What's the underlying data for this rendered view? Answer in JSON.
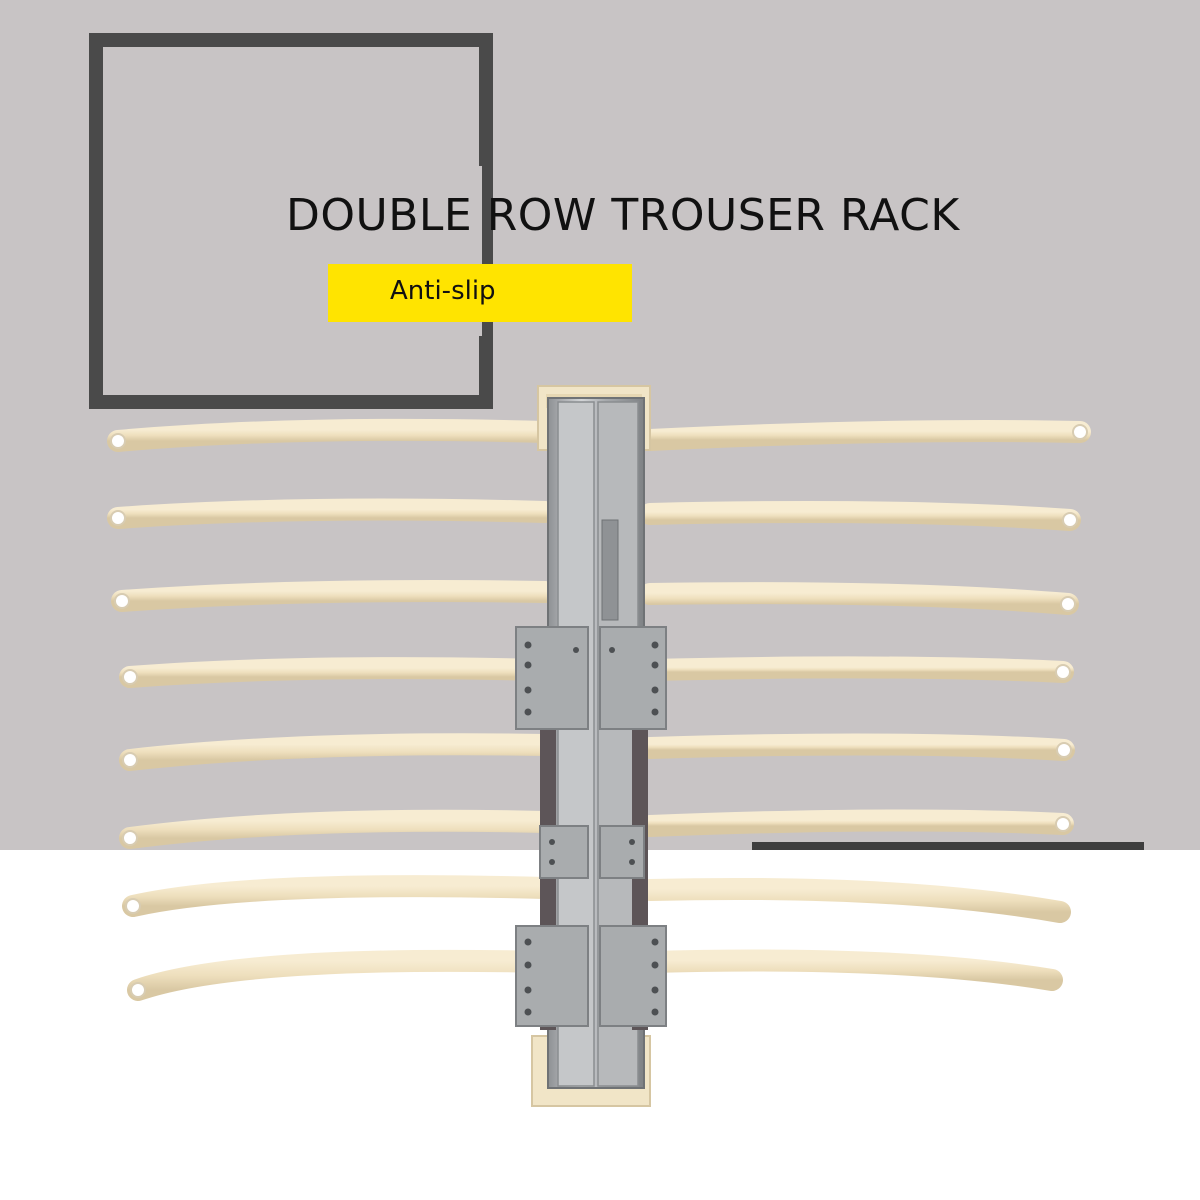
{
  "heading": {
    "title": "DOUBLE ROW TROUSER RACK",
    "badge": "Anti-slip"
  },
  "colors": {
    "wall": "#c8c4c5",
    "floor": "#ffffff",
    "frame": "#4a4a4a",
    "badge": "#ffe400",
    "rod": "#f0e2c0",
    "rail": "#b6b8ba",
    "bracket": "#a9acae"
  },
  "icons": {
    "hanger_rods": "hanger-rod-icon",
    "center_rail": "slide-rail-icon",
    "mounting_bracket": "mounting-bracket-icon"
  },
  "rack": {
    "rods_per_side": 8
  }
}
